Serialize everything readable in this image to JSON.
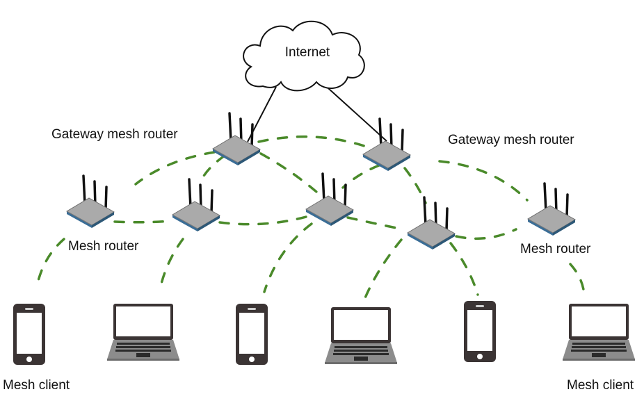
{
  "labels": {
    "internet": "Internet",
    "gateway_left": "Gateway mesh router",
    "gateway_right": "Gateway mesh router",
    "mesh_router_left": "Mesh router",
    "mesh_router_right": "Mesh router",
    "client_left": "Mesh client",
    "client_right": "Mesh client"
  },
  "colors": {
    "link": "#4a8a2a",
    "wired": "#111111",
    "router_top": "#a9a9a9",
    "router_edge": "#3a6d96",
    "antenna": "#111111",
    "device_frame": "#3b3434",
    "laptop_body": "#8c8c8c"
  },
  "icons": {
    "cloud": "cloud-icon",
    "router": "wireless-router-icon",
    "phone": "smartphone-icon",
    "laptop": "laptop-icon"
  }
}
